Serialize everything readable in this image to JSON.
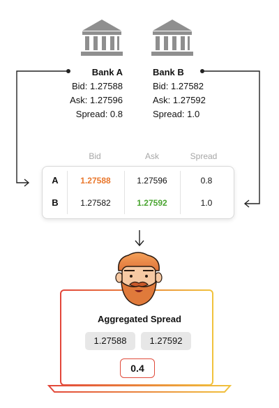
{
  "banks": [
    {
      "name": "Bank A",
      "bid": "Bid: 1.27588",
      "ask": "Ask: 1.27596",
      "spread": "Spread: 0.8"
    },
    {
      "name": "Bank B",
      "bid": "Bid: 1.27582",
      "ask": "Ask: 1.27592",
      "spread": "Spread: 1.0"
    }
  ],
  "table": {
    "headers": [
      "Bid",
      "Ask",
      "Spread"
    ],
    "rows": [
      {
        "label": "A",
        "bid": "1.27588",
        "ask": "1.27596",
        "spread": "0.8"
      },
      {
        "label": "B",
        "bid": "1.27582",
        "ask": "1.27592",
        "spread": "1.0"
      }
    ]
  },
  "aggregated": {
    "title": "Aggregated Spread",
    "bid": "1.27588",
    "ask": "1.27592",
    "spread": "0.4"
  },
  "colors": {
    "best_bid": "#e9772c",
    "best_ask": "#4aa531",
    "icon_gray": "#8f8f8f",
    "laptop_gradient": [
      "#e2463a",
      "#f1c23c"
    ]
  },
  "icons": {
    "bank": "bank-building-icon",
    "trader": "bearded-man-avatar-icon"
  }
}
